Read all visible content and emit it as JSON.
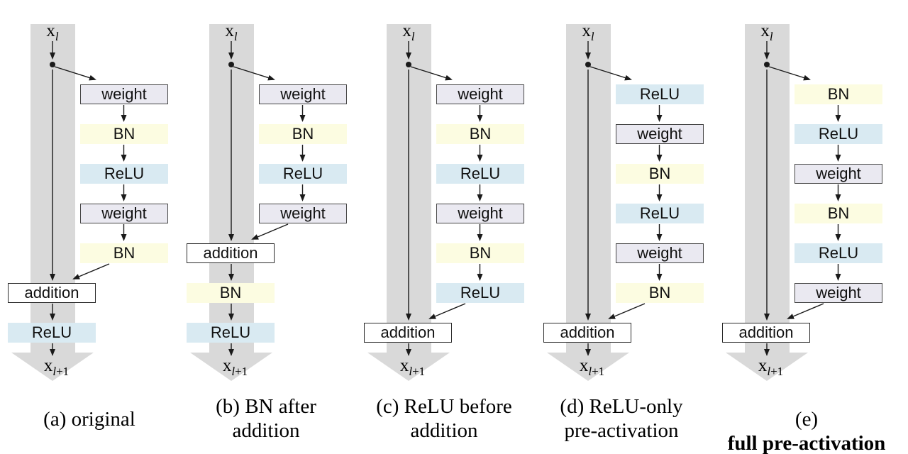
{
  "labels": {
    "input_base": "x",
    "input_sub": "l",
    "output_base": "x",
    "output_sub_italic": "l",
    "output_sub_rest": "+1"
  },
  "panels": [
    {
      "key": "a",
      "caption_line1": "(a) original",
      "caption_line2": "",
      "side_boxes": [
        "weight",
        "BN",
        "ReLU",
        "weight",
        "BN"
      ],
      "main_boxes": [
        "addition",
        "ReLU"
      ]
    },
    {
      "key": "b",
      "caption_line1": "(b) BN after",
      "caption_line2": "addition",
      "side_boxes": [
        "weight",
        "BN",
        "ReLU",
        "weight"
      ],
      "main_boxes": [
        "addition",
        "BN",
        "ReLU"
      ]
    },
    {
      "key": "c",
      "caption_line1": "(c) ReLU before",
      "caption_line2": "addition",
      "side_boxes": [
        "weight",
        "BN",
        "ReLU",
        "weight",
        "BN",
        "ReLU"
      ],
      "main_boxes": [
        "addition"
      ]
    },
    {
      "key": "d",
      "caption_line1": "(d) ReLU-only",
      "caption_line2": "pre-activation",
      "side_boxes": [
        "ReLU",
        "weight",
        "BN",
        "ReLU",
        "weight",
        "BN"
      ],
      "main_boxes": [
        "addition"
      ]
    },
    {
      "key": "e",
      "caption_prefix": "(e) ",
      "caption_bold": "full pre-activation",
      "side_boxes": [
        "BN",
        "ReLU",
        "weight",
        "BN",
        "ReLU",
        "weight"
      ],
      "main_boxes": [
        "addition"
      ]
    }
  ],
  "colors": {
    "band": "#d9d9d9",
    "weight_fill": "#eae9f1",
    "weight_border": "#454545",
    "bn_fill": "#fcfce1",
    "relu_fill": "#d9eaf2",
    "addition_fill": "#ffffff",
    "addition_border": "#2b2b2b",
    "wire": "#1a1a1a",
    "text": "#111111",
    "caption": "#000000"
  }
}
